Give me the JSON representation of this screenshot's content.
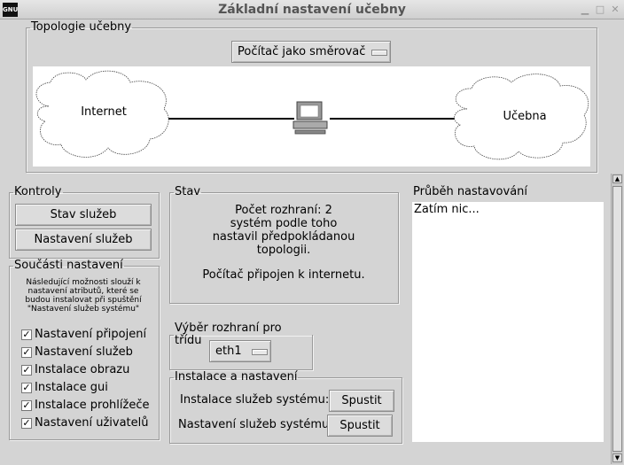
{
  "window": {
    "title": "Základní nastavení učebny",
    "icon_label": "GNU"
  },
  "topology": {
    "legend": "Topologie učebny",
    "mode_selected": "Počítač jako směrovač",
    "left_cloud": "Internet",
    "right_cloud": "Učebna"
  },
  "controls": {
    "legend": "Kontroly",
    "status_button": "Stav služeb",
    "settings_button": "Nastavení služeb"
  },
  "components": {
    "legend": "Součásti nastavení",
    "description": "Následující možnosti slouží k nastavení atributů, které se budou instalovat při spuštění \"Nastavení služeb systému\"",
    "items": [
      {
        "label": "Nastavení připojení",
        "checked": true
      },
      {
        "label": "Nastavení služeb",
        "checked": true
      },
      {
        "label": "Instalace obrazu",
        "checked": true
      },
      {
        "label": "Instalace gui",
        "checked": true
      },
      {
        "label": "Instalace prohlížeče",
        "checked": true
      },
      {
        "label": "Nastavení uživatelů",
        "checked": true
      }
    ]
  },
  "status": {
    "legend": "Stav",
    "line1": "Počet rozhraní: 2",
    "line2": "systém podle toho",
    "line3": "nastavil předpokládanou",
    "line4": "topologii.",
    "line5": "Počítač připojen k internetu."
  },
  "interface_select": {
    "legend": "Výběr rozhraní pro třídu",
    "selected": "eth1"
  },
  "install": {
    "legend": "Instalace a nastavení",
    "row1_label": "Instalace služeb systému:",
    "row2_label": "Nastavení služeb systému:",
    "run_label": "Spustit"
  },
  "progress": {
    "title": "Průběh nastavování",
    "log_text": "Zatím nic..."
  }
}
